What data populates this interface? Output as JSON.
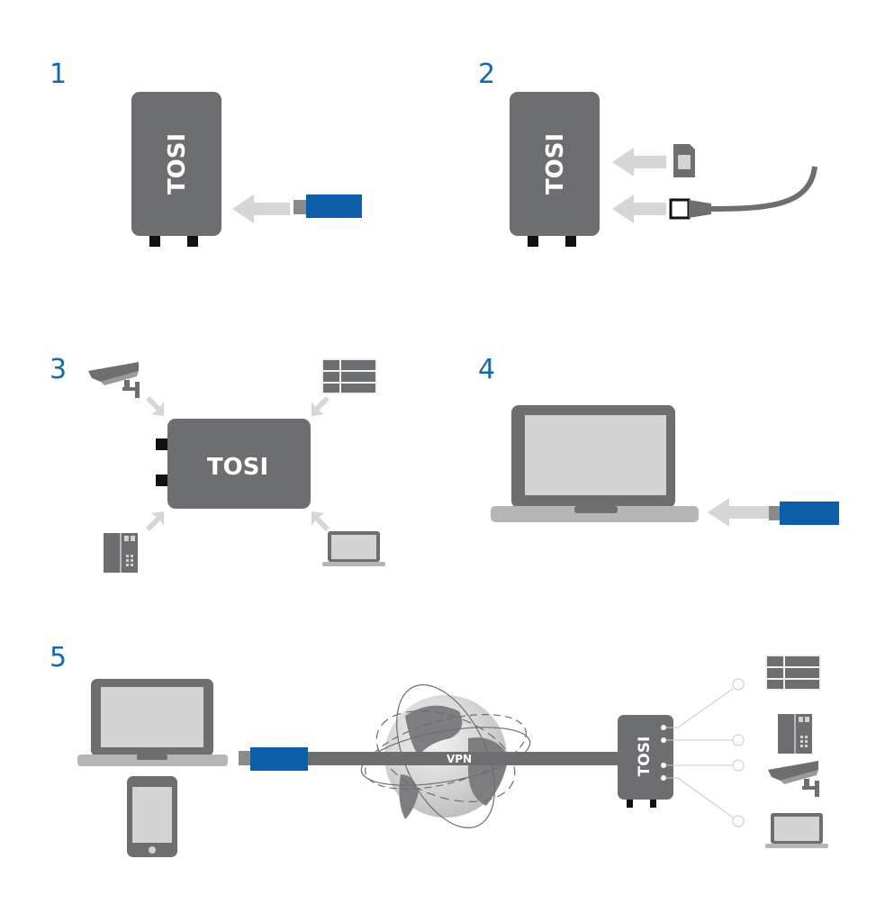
{
  "steps": [
    {
      "number": "1",
      "device_label": "TOSI"
    },
    {
      "number": "2",
      "device_label": "TOSI"
    },
    {
      "number": "3",
      "device_label": "TOSI"
    },
    {
      "number": "4"
    },
    {
      "number": "5",
      "device_label": "TOSI",
      "tunnel_label": "VPN"
    }
  ],
  "colors": {
    "device": "#6d6e70",
    "usb": "#0b5ea8",
    "arrow": "#d6d6d6",
    "number": "#1568ad",
    "screen": "#d3d3d4"
  }
}
